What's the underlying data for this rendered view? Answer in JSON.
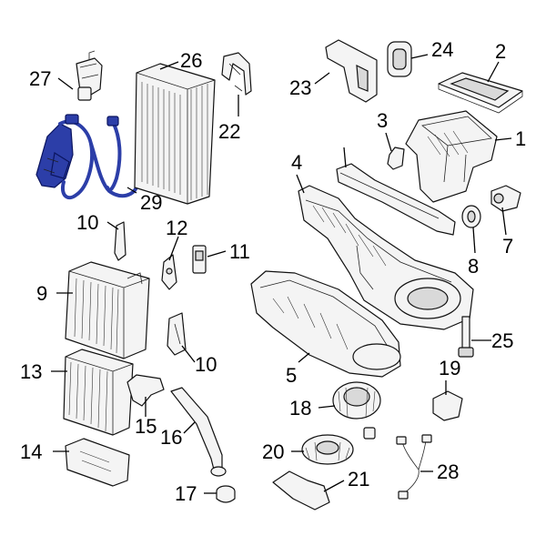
{
  "diagram": {
    "callouts": {
      "c1": "1",
      "c2": "2",
      "c3": "3",
      "c4": "4",
      "c5": "5",
      "c7": "7",
      "c8": "8",
      "c9": "9",
      "c10a": "10",
      "c10b": "10",
      "c11": "11",
      "c12": "12",
      "c13": "13",
      "c14": "14",
      "c15": "15",
      "c16": "16",
      "c17": "17",
      "c18": "18",
      "c19": "19",
      "c20": "20",
      "c21": "21",
      "c22": "22",
      "c23": "23",
      "c24": "24",
      "c25": "25",
      "c26": "26",
      "c27": "27",
      "c28": "28",
      "c29": "29"
    },
    "highlight_color": "#2c3ea8",
    "highlighted_part": "29"
  }
}
